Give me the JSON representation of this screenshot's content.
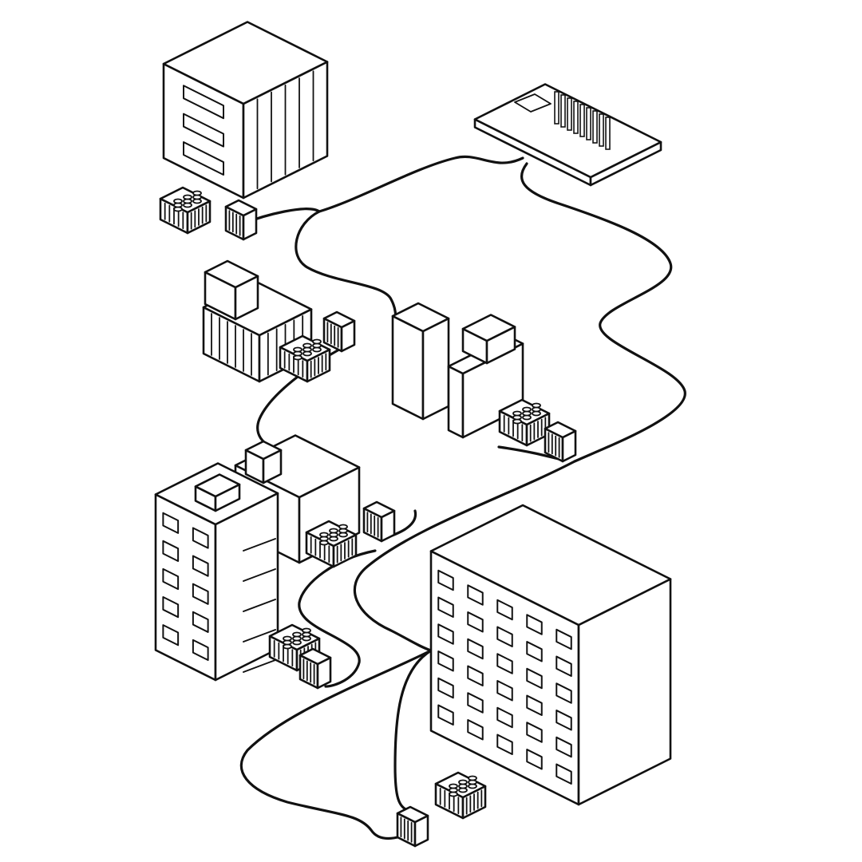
{
  "colors": {
    "stroke": "#111111",
    "background": "#ffffff",
    "fill": "#ffffff"
  },
  "illustration": {
    "style": "hand-drawn isometric line art",
    "elements": [
      "office-building-top-left",
      "substation-top-right",
      "small-building-middle-left",
      "factory-middle",
      "tall-apartment-lower-left",
      "warehouse-lower-left",
      "large-building-bottom-right",
      "transformer",
      "electrical-cabinet",
      "power-cable"
    ]
  }
}
